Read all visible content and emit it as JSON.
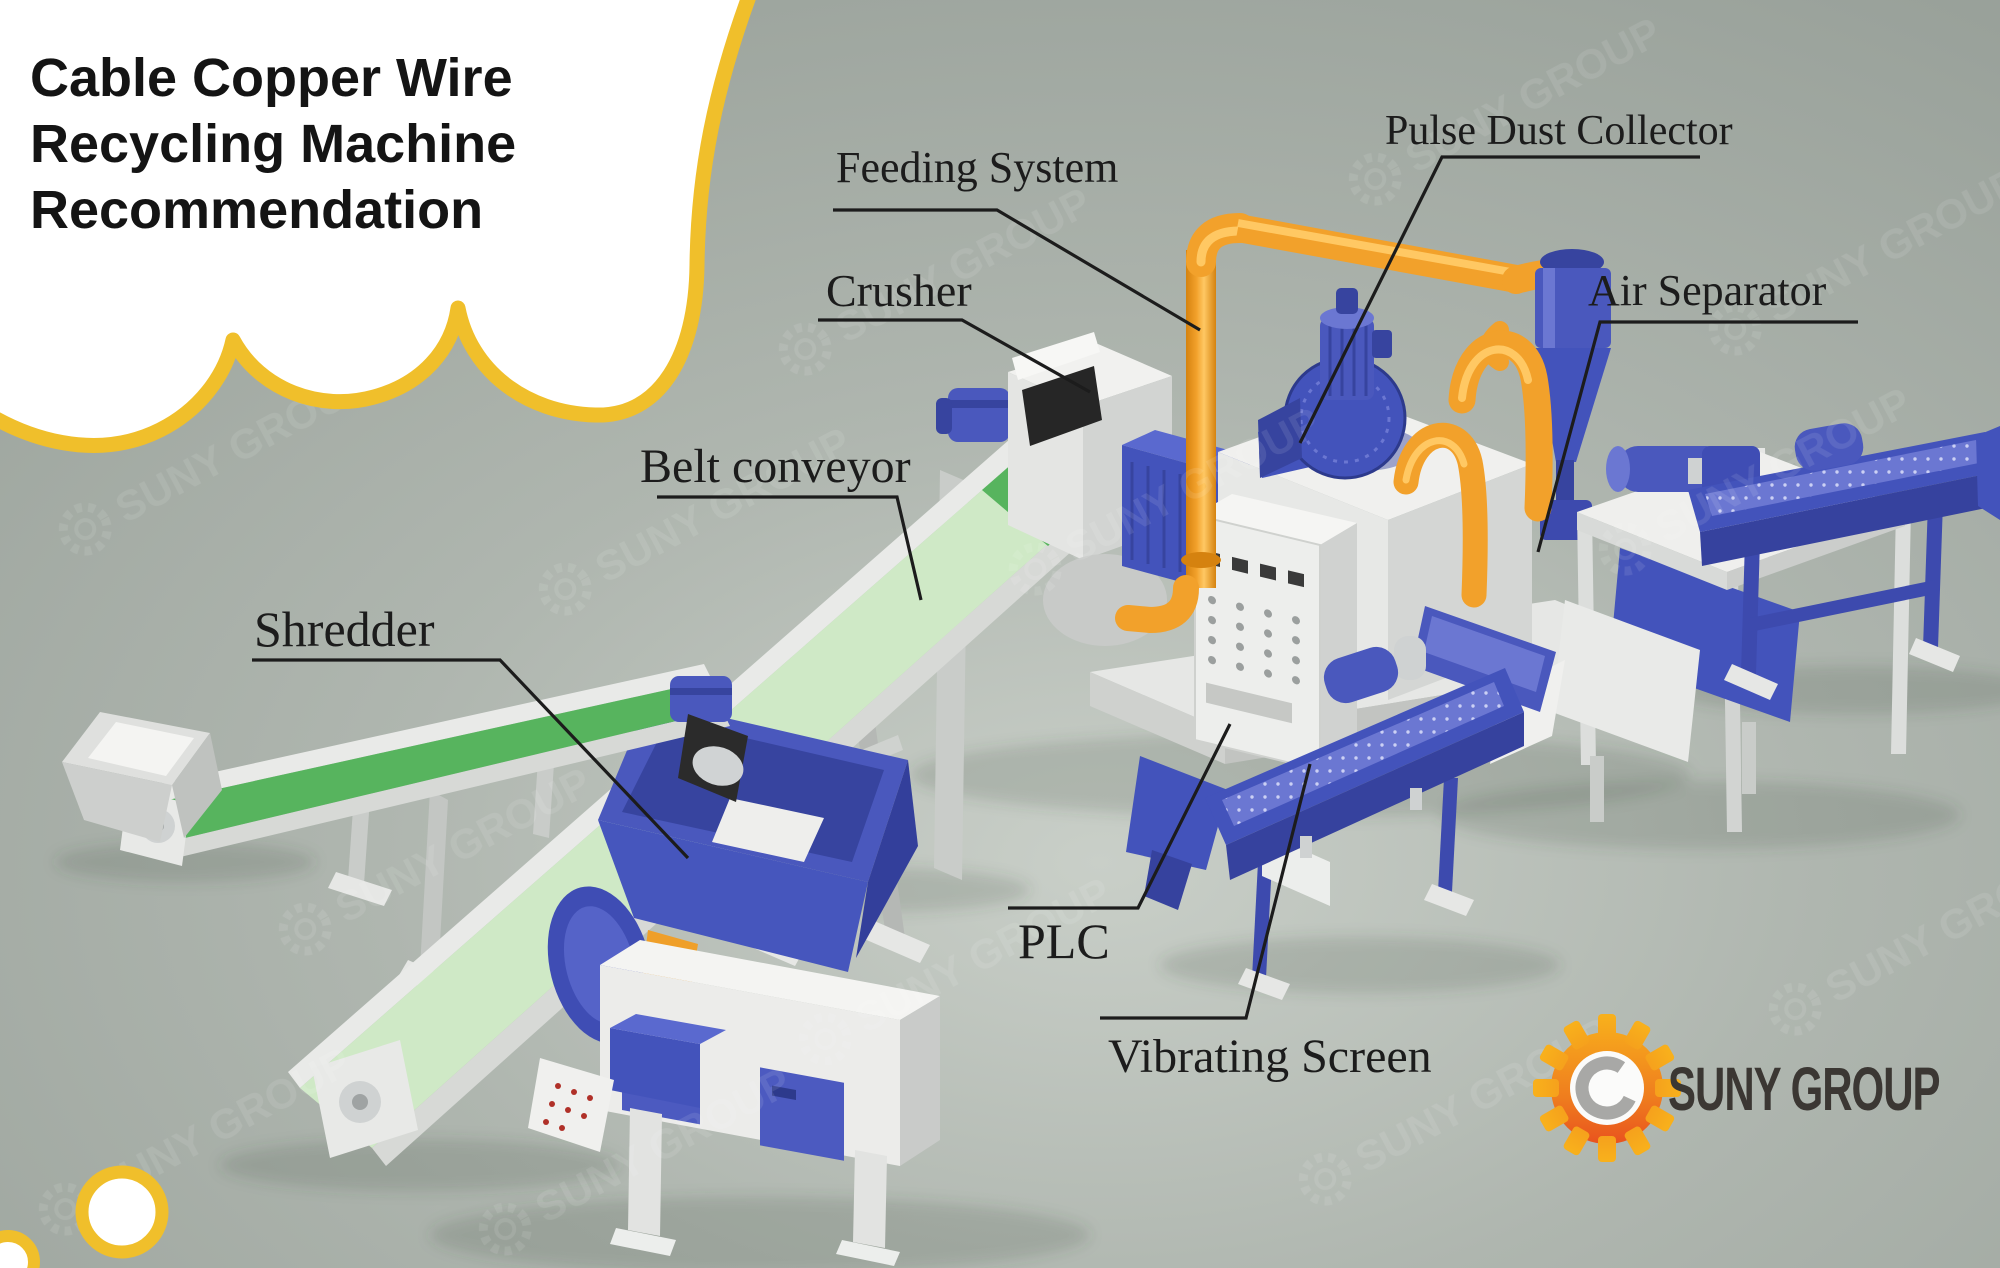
{
  "title": {
    "lines": [
      "Cable Copper Wire",
      "Recycling Machine",
      "Recommendation"
    ]
  },
  "labels": {
    "feeding_system": "Feeding System",
    "pulse_dust_collector": "Pulse Dust Collector",
    "air_separator": "Air Separator",
    "crusher": "Crusher",
    "belt_conveyor": "Belt conveyor",
    "shredder": "Shredder",
    "plc": "PLC",
    "vibrating_screen": "Vibrating Screen"
  },
  "logo": {
    "text": "SUNY GROUP"
  },
  "watermark": {
    "text": "SUNY GROUP"
  },
  "colors": {
    "background": "#aeb5ae",
    "cloud_border": "#f0bf2b",
    "label_text": "#1c1c1c",
    "machine_blue": "#4a58bd",
    "machine_blue_dark": "#37449f",
    "machine_blue_light": "#6b77d2",
    "pipe_orange": "#f2a12b",
    "belt_green": "#57b45e",
    "belt_green_pale": "#cfe9c6",
    "machine_white": "#f0f0ee",
    "logo_gear_top": "#f8b01c",
    "logo_gear_bottom": "#e6401f",
    "logo_text": "#3b3733"
  }
}
